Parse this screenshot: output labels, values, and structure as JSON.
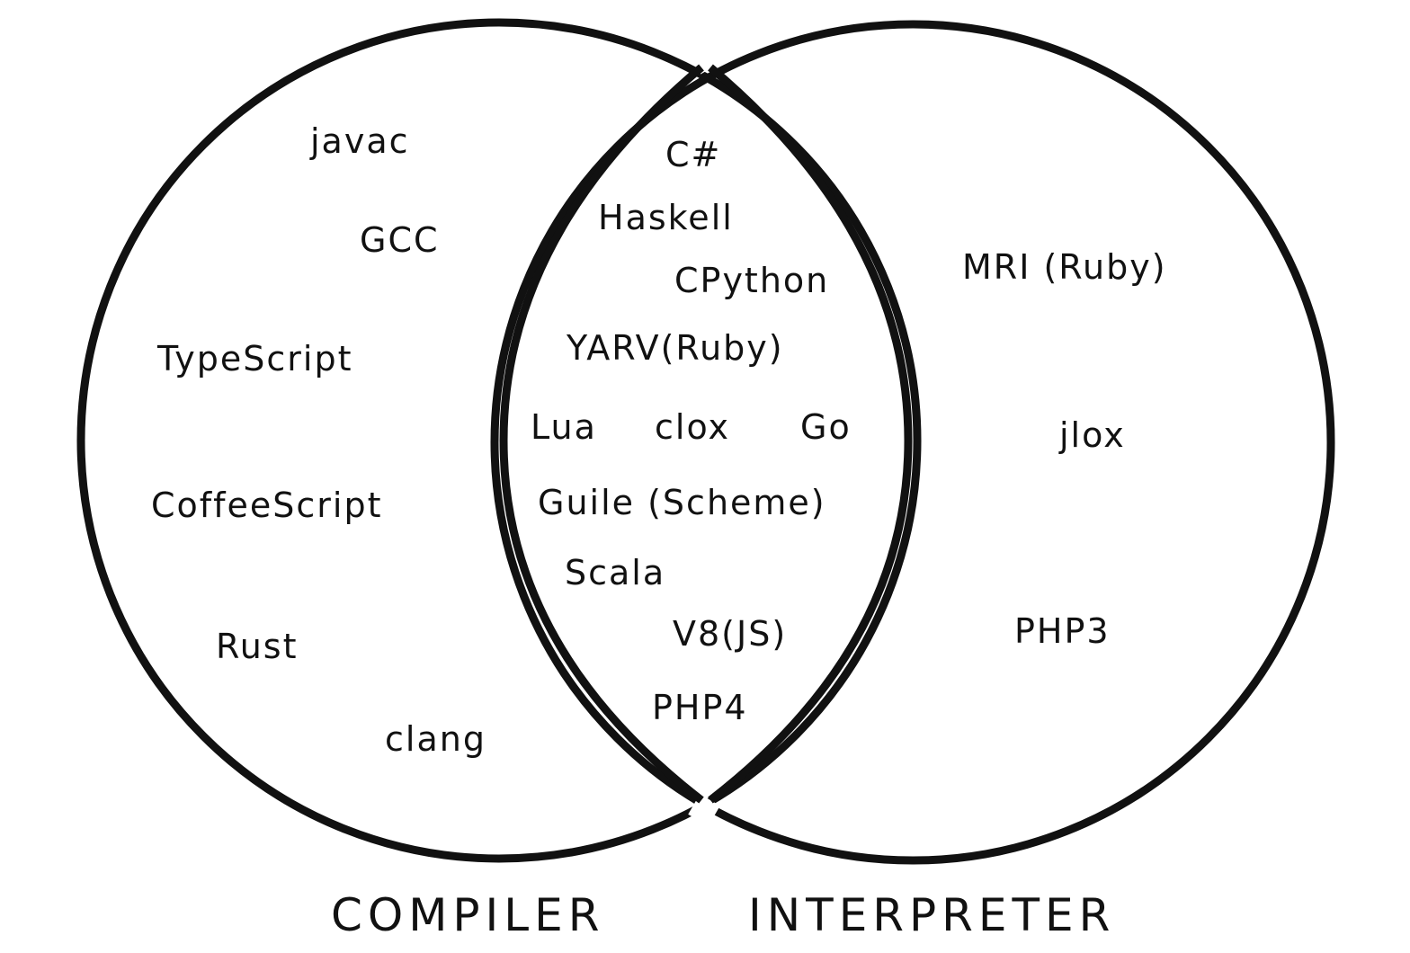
{
  "sets": {
    "left_label": "COMPILER",
    "right_label": "INTERPRETER"
  },
  "compiler_only": [
    "javac",
    "GCC",
    "TypeScript",
    "CoffeeScript",
    "Rust",
    "clang"
  ],
  "both": [
    "C#",
    "Haskell",
    "CPython",
    "YARV(Ruby)",
    "Lua",
    "clox",
    "Go",
    "Guile (Scheme)",
    "Scala",
    "V8(JS)",
    "PHP4"
  ],
  "interpreter_only": [
    "MRI (Ruby)",
    "jlox",
    "PHP3"
  ],
  "colors": {
    "ink": "#111111",
    "background": "#ffffff"
  }
}
